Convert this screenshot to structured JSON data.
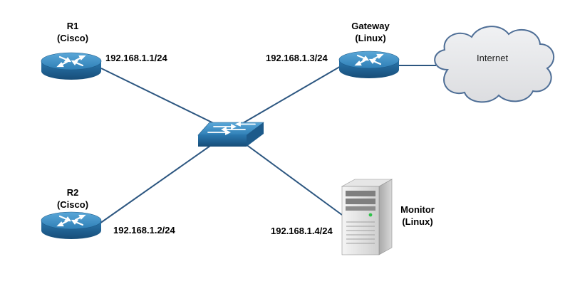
{
  "colors": {
    "device_top": "#2f7fb6",
    "device_side": "#1e5f8f",
    "device_highlight": "#5aa7d8",
    "link": "#2c5680",
    "cloud_fill": "#e7e8ea",
    "cloud_stroke": "#4e6e96"
  },
  "nodes": {
    "r1": {
      "name": "R1",
      "os": "(Cisco)",
      "ip": "192.168.1.1/24",
      "icon": "router-icon"
    },
    "r2": {
      "name": "R2",
      "os": "(Cisco)",
      "ip": "192.168.1.2/24",
      "icon": "router-icon"
    },
    "gateway": {
      "name": "Gateway",
      "os": "(Linux)",
      "ip": "192.168.1.3/24",
      "icon": "router-icon"
    },
    "monitor": {
      "name": "Monitor",
      "os": "(Linux)",
      "ip": "192.168.1.4/24",
      "icon": "server-icon"
    },
    "switch": {
      "icon": "switch-icon"
    },
    "internet": {
      "label": "Internet",
      "icon": "cloud-icon"
    }
  }
}
